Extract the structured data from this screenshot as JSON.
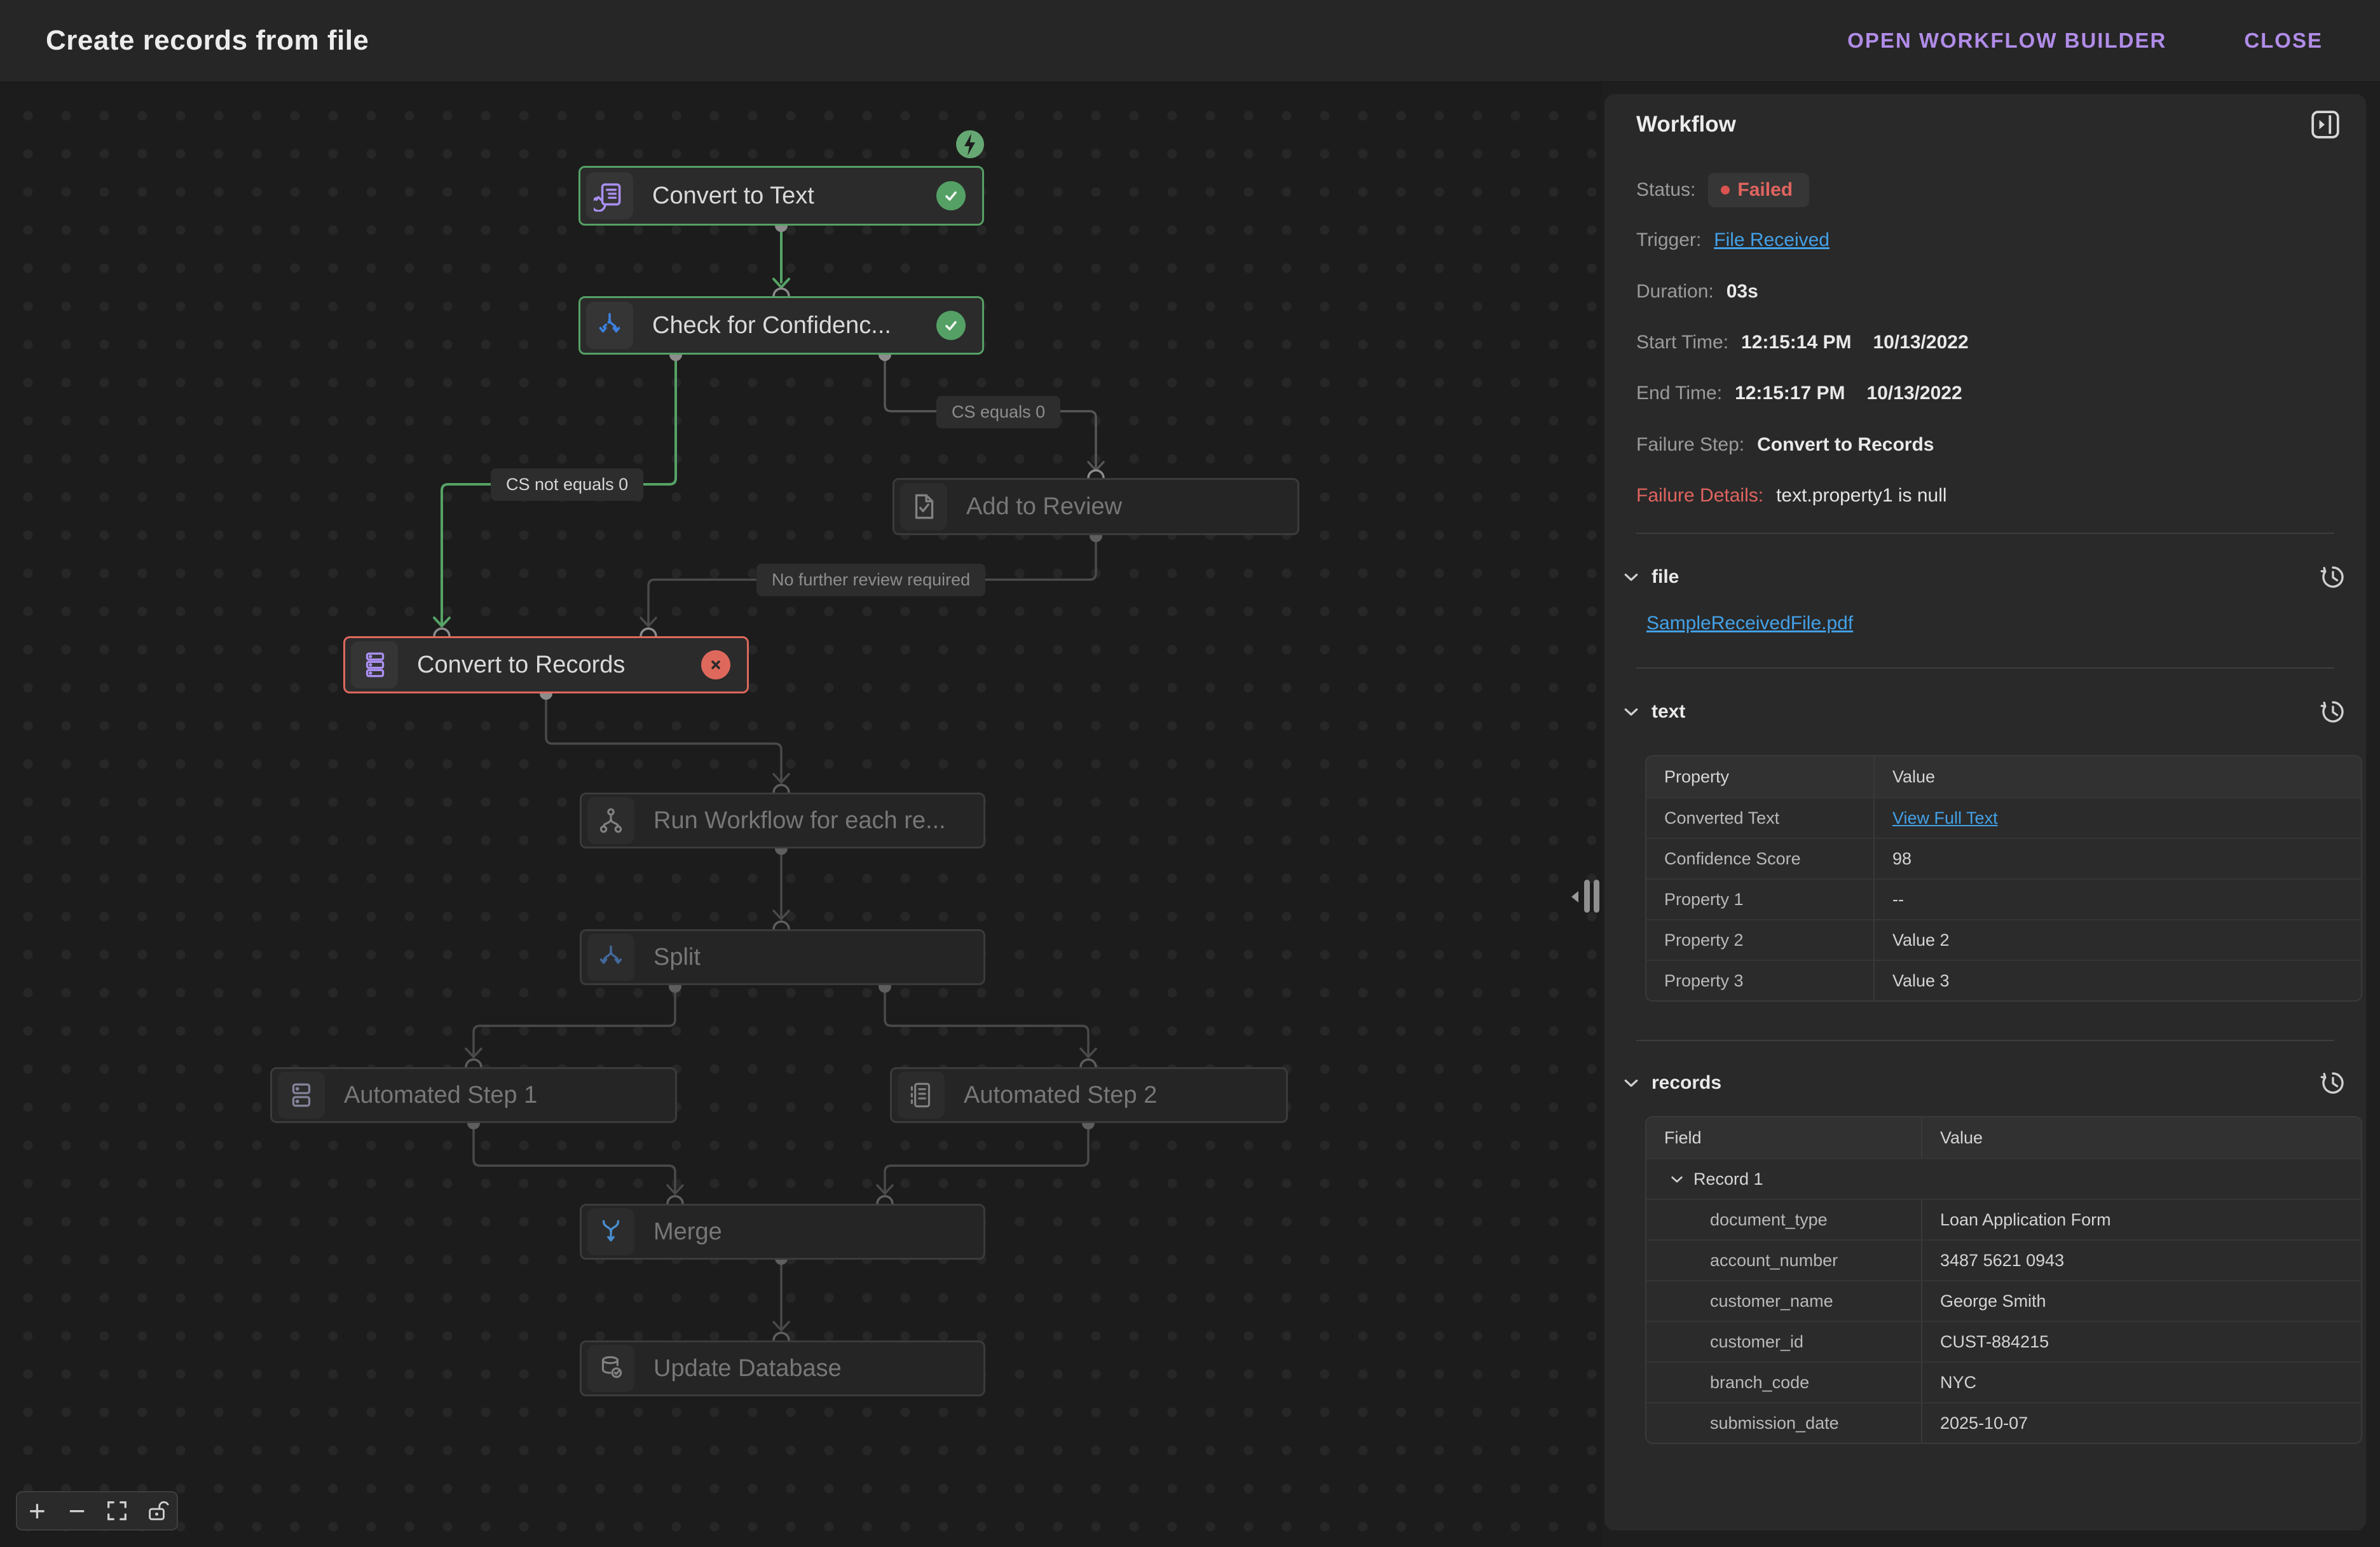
{
  "header": {
    "title": "Create records from file",
    "actions": {
      "open_builder": "OPEN WORKFLOW BUILDER",
      "close": "CLOSE"
    }
  },
  "canvas": {
    "nodes": [
      {
        "label": "Convert to Text",
        "state": "success",
        "icon": "document-convert-icon"
      },
      {
        "label": "Check for Confidenc...",
        "state": "success",
        "icon": "branch-icon"
      },
      {
        "label": "Add to Review",
        "state": "idle",
        "icon": "document-check-icon"
      },
      {
        "label": "Convert to Records",
        "state": "failed",
        "icon": "database-stack-icon"
      },
      {
        "label": "Run Workflow for each re...",
        "state": "idle",
        "icon": "workflow-icon"
      },
      {
        "label": "Split",
        "state": "idle",
        "icon": "split-icon"
      },
      {
        "label": "Automated Step 1",
        "state": "idle",
        "icon": "server-icon"
      },
      {
        "label": "Automated Step 2",
        "state": "idle",
        "icon": "document-list-icon"
      },
      {
        "label": "Merge",
        "state": "idle",
        "icon": "merge-icon"
      },
      {
        "label": "Update Database",
        "state": "idle",
        "icon": "database-update-icon"
      }
    ],
    "edge_labels": [
      {
        "text": "CS equals 0"
      },
      {
        "text": "CS not equals 0"
      },
      {
        "text": "No further review required"
      }
    ],
    "controls": {
      "zoom_in": "+",
      "zoom_out": "−"
    }
  },
  "panel": {
    "title": "Workflow",
    "status_label": "Status:",
    "status_value": "Failed",
    "trigger_label": "Trigger:",
    "trigger_value": "File Received",
    "duration_label": "Duration:",
    "duration_value": "03s",
    "start_label": "Start Time:",
    "start_time": "12:15:14 PM",
    "start_date": "10/13/2022",
    "end_label": "End Time:",
    "end_time": "12:15:17 PM",
    "end_date": "10/13/2022",
    "failure_step_label": "Failure Step:",
    "failure_step_value": "Convert to Records",
    "failure_details_label": "Failure Details:",
    "failure_details_value": "text.property1 is null",
    "file_section": {
      "title": "file",
      "link": "SampleReceivedFile.pdf"
    },
    "text_section": {
      "title": "text",
      "columns": [
        "Property",
        "Value"
      ],
      "rows": [
        {
          "property": "Converted Text",
          "value": "View Full Text"
        },
        {
          "property": "Confidence Score",
          "value": "98"
        },
        {
          "property": "Property 1",
          "value": "--"
        },
        {
          "property": "Property 2",
          "value": "Value 2"
        },
        {
          "property": "Property 3",
          "value": "Value 3"
        }
      ]
    },
    "records_section": {
      "title": "records",
      "columns": [
        "Field",
        "Value"
      ],
      "group_label": "Record 1",
      "rows": [
        {
          "field": "document_type",
          "value": "Loan Application Form"
        },
        {
          "field": "account_number",
          "value": "3487 5621 0943"
        },
        {
          "field": "customer_name",
          "value": "George Smith"
        },
        {
          "field": "customer_id",
          "value": "CUST-884215"
        },
        {
          "field": "branch_code",
          "value": "NYC"
        },
        {
          "field": "submission_date",
          "value": "2025-10-07"
        }
      ]
    }
  },
  "colors": {
    "accent_purple": "#b18ce8",
    "success_green": "#55a065",
    "error_red": "#de685c",
    "link_blue": "#43a1e8",
    "node_icon_purple": "#a98ff0",
    "node_icon_blue": "#3d82e0"
  }
}
